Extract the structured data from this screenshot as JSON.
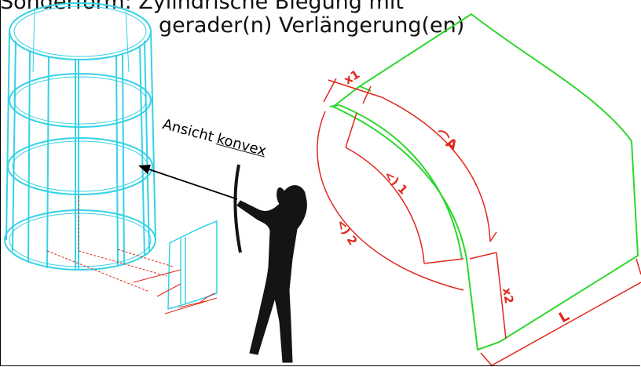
{
  "title": {
    "line1": "Sonderform: Zylindrische Biegung mit",
    "line2": "gerader(n) Verlängerung(en)"
  },
  "caption": {
    "word1": "Ansicht",
    "word2": "konvex"
  },
  "labels": {
    "x1": "x1",
    "x2": "x2",
    "arc_a": "⌒A",
    "angle1": "<) 1",
    "angle2": "<) 2",
    "length": "L"
  },
  "colors": {
    "cylinder": "#36d2e6",
    "sheet": "#2ed62e",
    "dimension": "#e0281c",
    "arrow": "#000000",
    "silhouette": "#141414"
  }
}
